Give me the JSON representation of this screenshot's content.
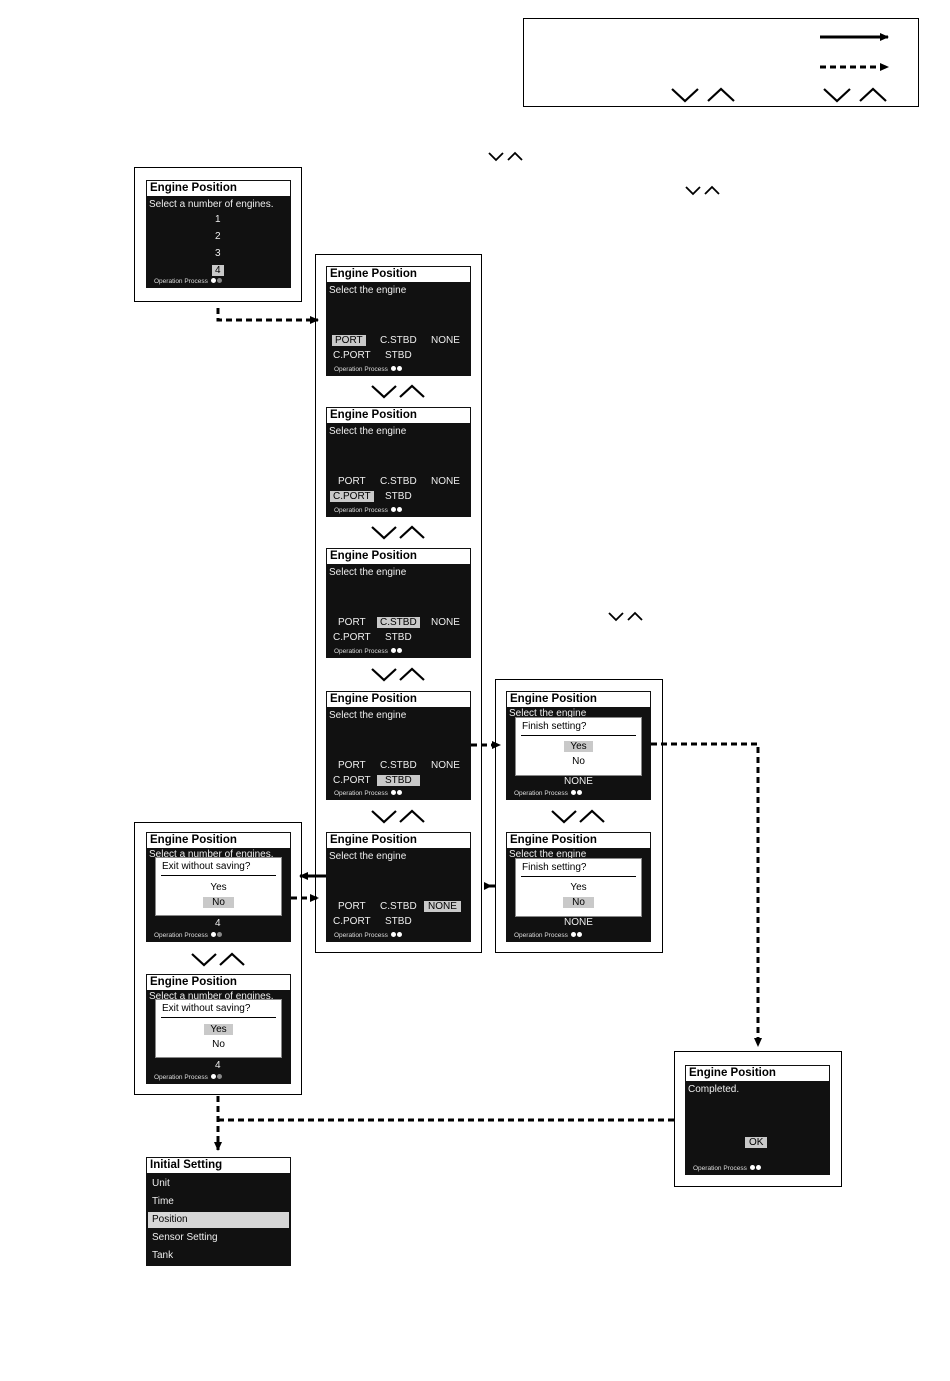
{
  "common": {
    "title": "Engine Position",
    "op_label": "Operation Process",
    "select_engine": "Select the engine",
    "select_number": "Select a number of engines.",
    "select_number_cut": "Select a number of engines.",
    "select_engine_cut": "Select the engine",
    "opt_port": "PORT",
    "opt_cstbd": "C.STBD",
    "opt_none": "NONE",
    "opt_cport": "C.PORT",
    "opt_stbd": "STBD",
    "num1": "1",
    "num2": "2",
    "num3": "3",
    "num4": "4",
    "finish_q": "Finish setting?",
    "exit_q": "Exit without saving?",
    "yes": "Yes",
    "no": "No",
    "completed": "Completed.",
    "ok": "OK"
  },
  "initial_menu": {
    "title": "Initial Setting",
    "items": [
      "Unit",
      "Time",
      "Position",
      "Sensor Setting",
      "Tank"
    ],
    "selected": "Position"
  }
}
